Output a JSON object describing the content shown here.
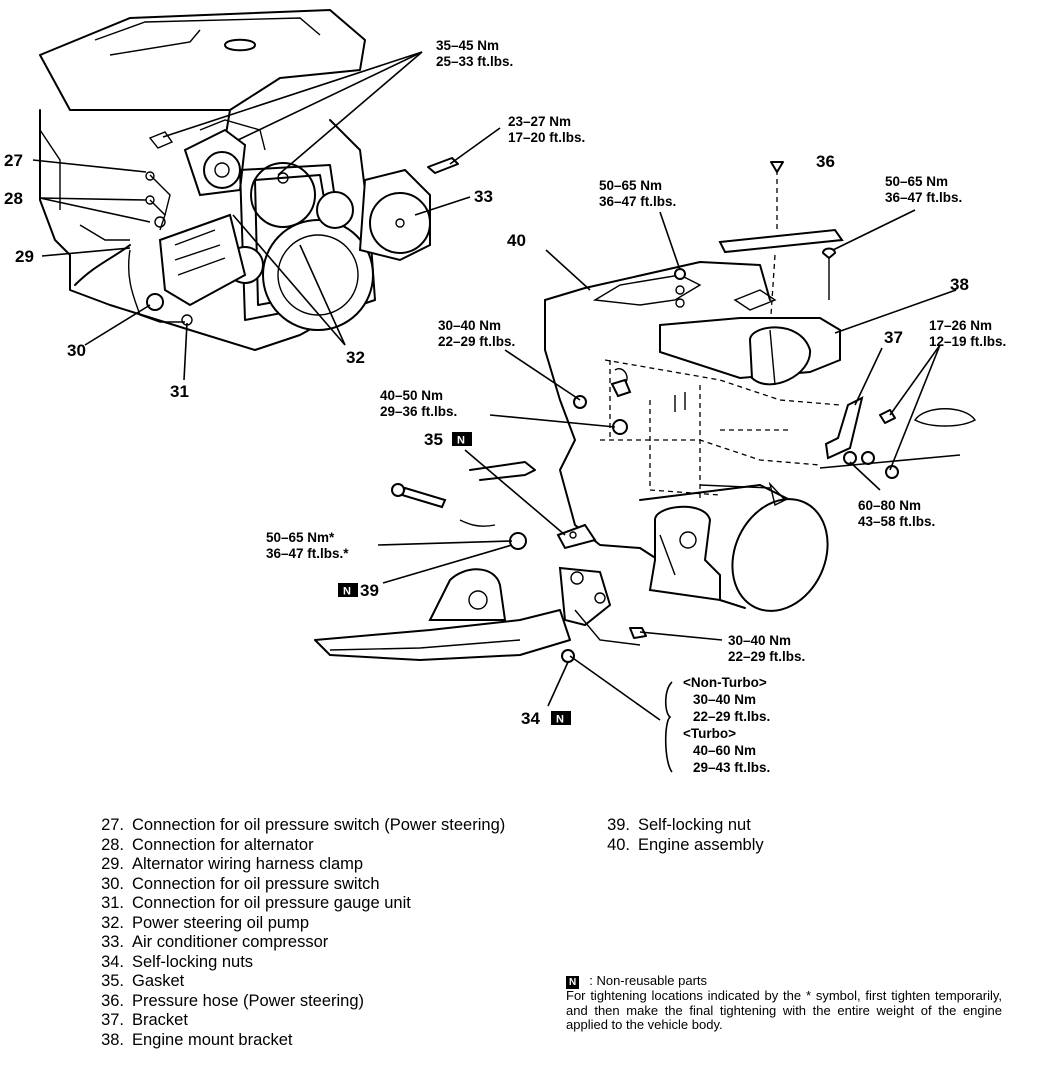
{
  "callouts": {
    "c27": "27",
    "c28": "28",
    "c29": "29",
    "c30": "30",
    "c31": "31",
    "c32": "32",
    "c33": "33",
    "c34": "34",
    "c35": "35",
    "c36": "36",
    "c37": "37",
    "c38": "38",
    "c39": "39",
    "c40": "40"
  },
  "nonreusable_mark": "N",
  "torque": {
    "t1": [
      "35–45 Nm",
      "25–33 ft.lbs."
    ],
    "t2": [
      "23–27 Nm",
      "17–20 ft.lbs."
    ],
    "t3": [
      "50–65 Nm",
      "36–47 ft.lbs."
    ],
    "t4": [
      "50–65 Nm",
      "36–47 ft.lbs."
    ],
    "t5": [
      "30–40 Nm",
      "22–29 ft.lbs."
    ],
    "t6": [
      "17–26 Nm",
      "12–19 ft.lbs."
    ],
    "t7": [
      "40–50 Nm",
      "29–36 ft.lbs."
    ],
    "t8": [
      "60–80 Nm",
      "43–58 ft.lbs."
    ],
    "t9": [
      "50–65 Nm*",
      "36–47 ft.lbs.*"
    ],
    "t10": [
      "30–40 Nm",
      "22–29 ft.lbs."
    ],
    "t11": [
      "<Non-Turbo>",
      "30–40 Nm",
      "22–29 ft.lbs.",
      "<Turbo>",
      "40–60 Nm",
      "29–43 ft.lbs."
    ]
  },
  "legend_left": [
    {
      "num": "27.",
      "text": "Connection for oil pressure switch (Power steering)"
    },
    {
      "num": "28.",
      "text": "Connection for alternator"
    },
    {
      "num": "29.",
      "text": "Alternator wiring harness clamp"
    },
    {
      "num": "30.",
      "text": "Connection for oil pressure switch"
    },
    {
      "num": "31.",
      "text": "Connection for oil pressure gauge unit"
    },
    {
      "num": "32.",
      "text": "Power steering oil pump"
    },
    {
      "num": "33.",
      "text": "Air conditioner compressor"
    },
    {
      "num": "34.",
      "text": "Self-locking nuts"
    },
    {
      "num": "35.",
      "text": "Gasket"
    },
    {
      "num": "36.",
      "text": "Pressure hose (Power steering)"
    },
    {
      "num": "37.",
      "text": "Bracket"
    },
    {
      "num": "38.",
      "text": "Engine mount bracket"
    }
  ],
  "legend_right": [
    {
      "num": "39.",
      "text": "Self-locking nut"
    },
    {
      "num": "40.",
      "text": "Engine assembly"
    }
  ],
  "note": {
    "mark": "N",
    "title": ": Non-reusable parts",
    "body": "For tightening locations indicated by the * symbol, first tighten temporarily, and then make the final tightening with the entire weight of the engine applied to the vehicle body."
  }
}
